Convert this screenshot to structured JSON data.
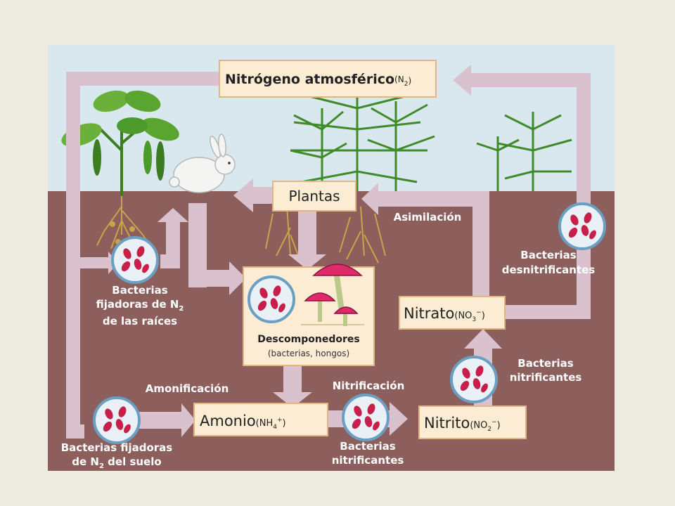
{
  "nodes": {
    "atmosphere": {
      "main": "Nitrógeno atmosférico",
      "formula": "(N",
      "sub": "2",
      "close": ")"
    },
    "plants": {
      "label": "Plantas"
    },
    "decomposers": {
      "title": "Descomponedores",
      "subtitle": "(bacterias, hongos)"
    },
    "ammonium": {
      "main": "Amonio",
      "formula": "(NH",
      "sub": "4",
      "sup": "+",
      "close": ")"
    },
    "nitrite": {
      "main": "Nitrito",
      "formula": "(NO",
      "sub": "2",
      "sup": "−",
      "close": ")"
    },
    "nitrate": {
      "main": "Nitrato",
      "formula": "(NO",
      "sub": "3",
      "sup": "−",
      "close": ")"
    }
  },
  "labels": {
    "root_bacteria": {
      "line1": "Bacterias",
      "line2": "fijadoras de N",
      "line2_sub": "2",
      "line3": "de las raíces"
    },
    "soil_bacteria": {
      "line1": "Bacterias fijadoras",
      "line2": "de N",
      "line2_sub": "2",
      "line2_end": " del suelo"
    },
    "nitrifying_1": {
      "line1": "Bacterias",
      "line2": "nitrificantes"
    },
    "nitrifying_2": {
      "line1": "Bacterias",
      "line2": "nitrificantes"
    },
    "denitrifying": {
      "line1": "Bacterias",
      "line2": "desnitrificantes"
    }
  },
  "processes": {
    "assimilation": "Asimilación",
    "ammonification": "Amonificación",
    "nitrification": "Nitrificación"
  },
  "colors": {
    "sky": "#d9e8ee",
    "soil": "#8d5f5c",
    "arrow": "#d9c2cd",
    "box_fill": "#fbecd3",
    "box_stroke": "#e3b583",
    "bacteria_disc": "#eaf1f6",
    "bacteria_ring": "#6a9fc4",
    "bacterium": "#c71f4a",
    "leaf": "#4b9a2b",
    "fern": "#3f8a29",
    "root": "#c9a24a",
    "mushroom_cap": "#df2a6a"
  }
}
